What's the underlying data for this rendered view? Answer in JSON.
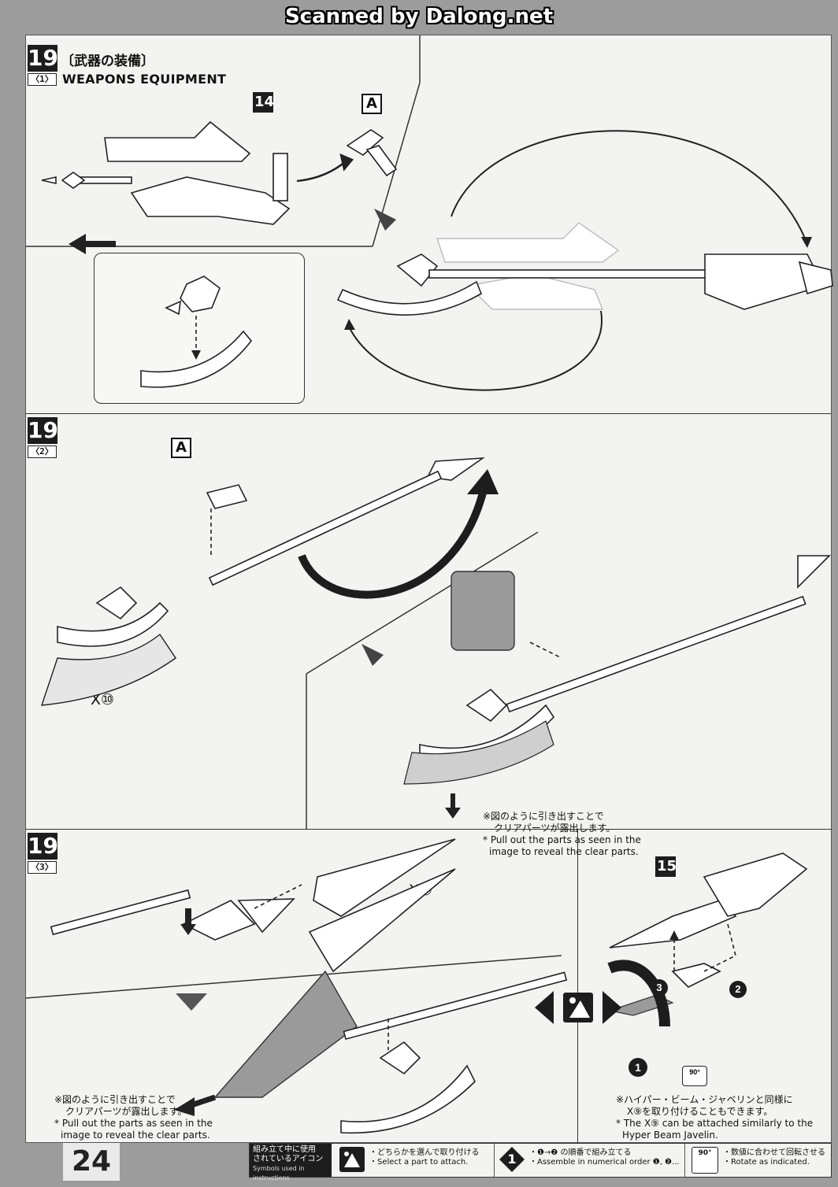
{
  "banner": "Scanned by Dalong.net",
  "step1": {
    "number": "19",
    "sub": "〈1〉",
    "title_jp": "〔武器の装備〕",
    "title_en": "WEAPONS EQUIPMENT",
    "tag_part": "14",
    "tag_a": "A"
  },
  "step2": {
    "number": "19",
    "sub": "〈2〉",
    "tag_a": "A",
    "qty": "X⑩",
    "note_jp_1": "※図のように引き出すことで",
    "note_jp_2": "クリアパーツが露出します。",
    "note_en_1": "* Pull out the parts as seen in the",
    "note_en_2": "image to reveal the clear parts."
  },
  "step3": {
    "number": "19",
    "sub": "〈3〉",
    "qty": "X⑨",
    "note_jp_1": "※図のように引き出すことで",
    "note_jp_2": "クリアパーツが露出します。",
    "note_en_1": "* Pull out the parts as seen in the",
    "note_en_2": "image to reveal the clear parts."
  },
  "step3_side": {
    "tag_part": "15",
    "badge_1": "1",
    "badge_2": "2",
    "badge_3": "3",
    "rotate_label": "90°",
    "note_jp_1": "※ハイパー・ビーム・ジャベリンと同様に",
    "note_jp_2": "X⑨を取り付けることもできます。",
    "note_en_1": "* The X⑨ can be attached similarly to the",
    "note_en_2": "Hyper Beam Javelin."
  },
  "footer": {
    "page_number": "24",
    "legend_title_jp_1": "組み立て中に使用",
    "legend_title_jp_2": "されているアイコン",
    "legend_title_en": "Symbols used in instructions",
    "item1_jp": "・どちらかを選んで取り付ける",
    "item1_en": "・Select a part to attach.",
    "item2_jp": "・❶→❷ の順番で組み立てる",
    "item2_en": "・Assemble in numerical order ❶, ❷...",
    "item3_jp": "・数値に合わせて回転させる",
    "item3_en": "・Rotate as indicated.",
    "item2_icon": "1",
    "item3_icon": "90°"
  }
}
